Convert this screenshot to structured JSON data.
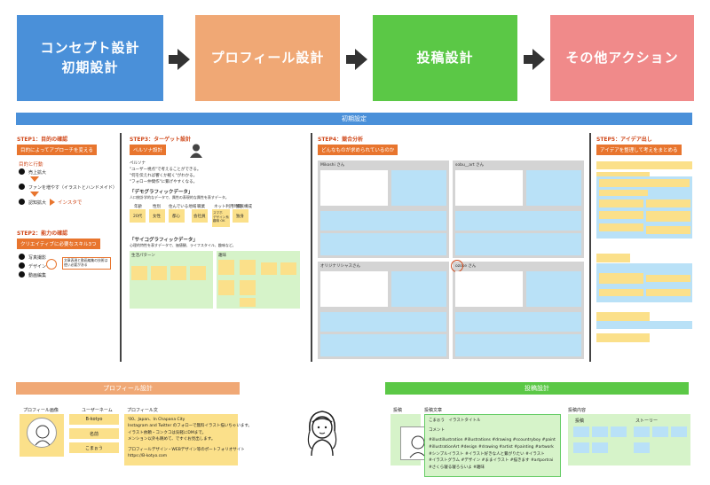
{
  "flow": {
    "box1": "コンセプト設計\n初期設計",
    "box2": "プロフィール設計",
    "box3": "投稿設計",
    "box4": "その他アクション",
    "colors": {
      "blue": "#4a90d9",
      "orange": "#f0a875",
      "green": "#5bc846",
      "pink": "#f08a8a"
    }
  },
  "phase_bar": "初期設定",
  "step1": {
    "title": "STEP1：目的の確認",
    "tag": "目的によってアプローチを変える",
    "subtitle": "目的と行動",
    "items": [
      "売上拡大",
      "ファンを増やす（イラストとハンドメイド）",
      "認知拡大"
    ],
    "side_note": "インスタで"
  },
  "step2": {
    "title": "STEP2：能力の確認",
    "tag": "クリエイティブに必要なスキル3つ",
    "items": [
      "写真撮影",
      "デザイン",
      "動画編集"
    ],
    "note": "文章表現と動画編集の技術は使い必要がある"
  },
  "step3": {
    "title": "STEP3：ターゲット設計",
    "tag": "ペルソナ設計",
    "persona_notes": [
      "ペルソナ",
      "\"ユーザー視点\"で考えることができる。",
      "\"何を伝えれば響くか軽く\"がわかる。",
      "\"フォロー仲間作\"に繋げやすくなる。"
    ],
    "demo_title": "「デモグラフィックデータ」",
    "demo_sub": "人口統計学的なデータで、属性の表現的な属性を表すデータ。",
    "demo_headers": [
      "年齢",
      "性別",
      "住んでいる地域",
      "職業",
      "ネット利用時間",
      "家族構成"
    ],
    "demo_values": [
      "20代",
      "女性",
      "都心",
      "会社員",
      "スマホ\nデザイン系\n趣味 OK",
      "独身"
    ],
    "psycho_title": "「サイコグラフィックデータ」",
    "psycho_sub": "心理的特性を表すデータで、価値観、ライフスタイル、趣味など。",
    "life_title": "生活パターン",
    "hobby_title": "趣味"
  },
  "step4": {
    "title": "STEP4：競合分析",
    "tag": "どんなものが求められているのか",
    "accounts": [
      "Mikoshi さん",
      "sobu__art さん",
      "オリジナリシャスさん",
      "ozose さん"
    ]
  },
  "step5": {
    "title": "STEP5：アイデア出し",
    "tag": "アイデアを整理して考えをまとめる"
  },
  "profile_section": {
    "bar": "プロフィール設計",
    "heads": [
      "プロフィール画像",
      "ユーザーネーム",
      "プロフィール文"
    ],
    "fields": [
      "B-kotyo",
      "名前",
      "こまぉう"
    ],
    "bio_lines": [
      "'00、Japan、In Chapana City",
      "Instagram and Twitter のフォローで無料イラスト描いちゃいます。",
      "イラスト依頼・コンクコは気軽にDMまで。",
      "メンション以外も眺めて、ですぐお見出します。",
      "",
      "プロフィールデザイン・WEBデザイン等のポートフォリオサイト",
      "https://B-kotyo.com"
    ]
  },
  "post_section": {
    "bar": "投稿設計",
    "heads": [
      "投稿",
      "投稿文章",
      "投稿内容"
    ],
    "post_lines": [
      "こまぉう　イラストタイトル",
      "",
      "コメント",
      "",
      "#illustillustration #illustrations #drawing #scountryboy #paint",
      "#illustrationArt #design #drawing #artist #painting #artwork",
      "#シンプルイラスト #イラスト好きな人と繋がりたい #イラスト",
      "#イラストグラム #デザイン #ままイラスト #描きます #artportrai",
      "#さくら寝る寝ろらいよ #趣味"
    ],
    "content_heads": [
      "投稿",
      "ストーリー"
    ]
  }
}
